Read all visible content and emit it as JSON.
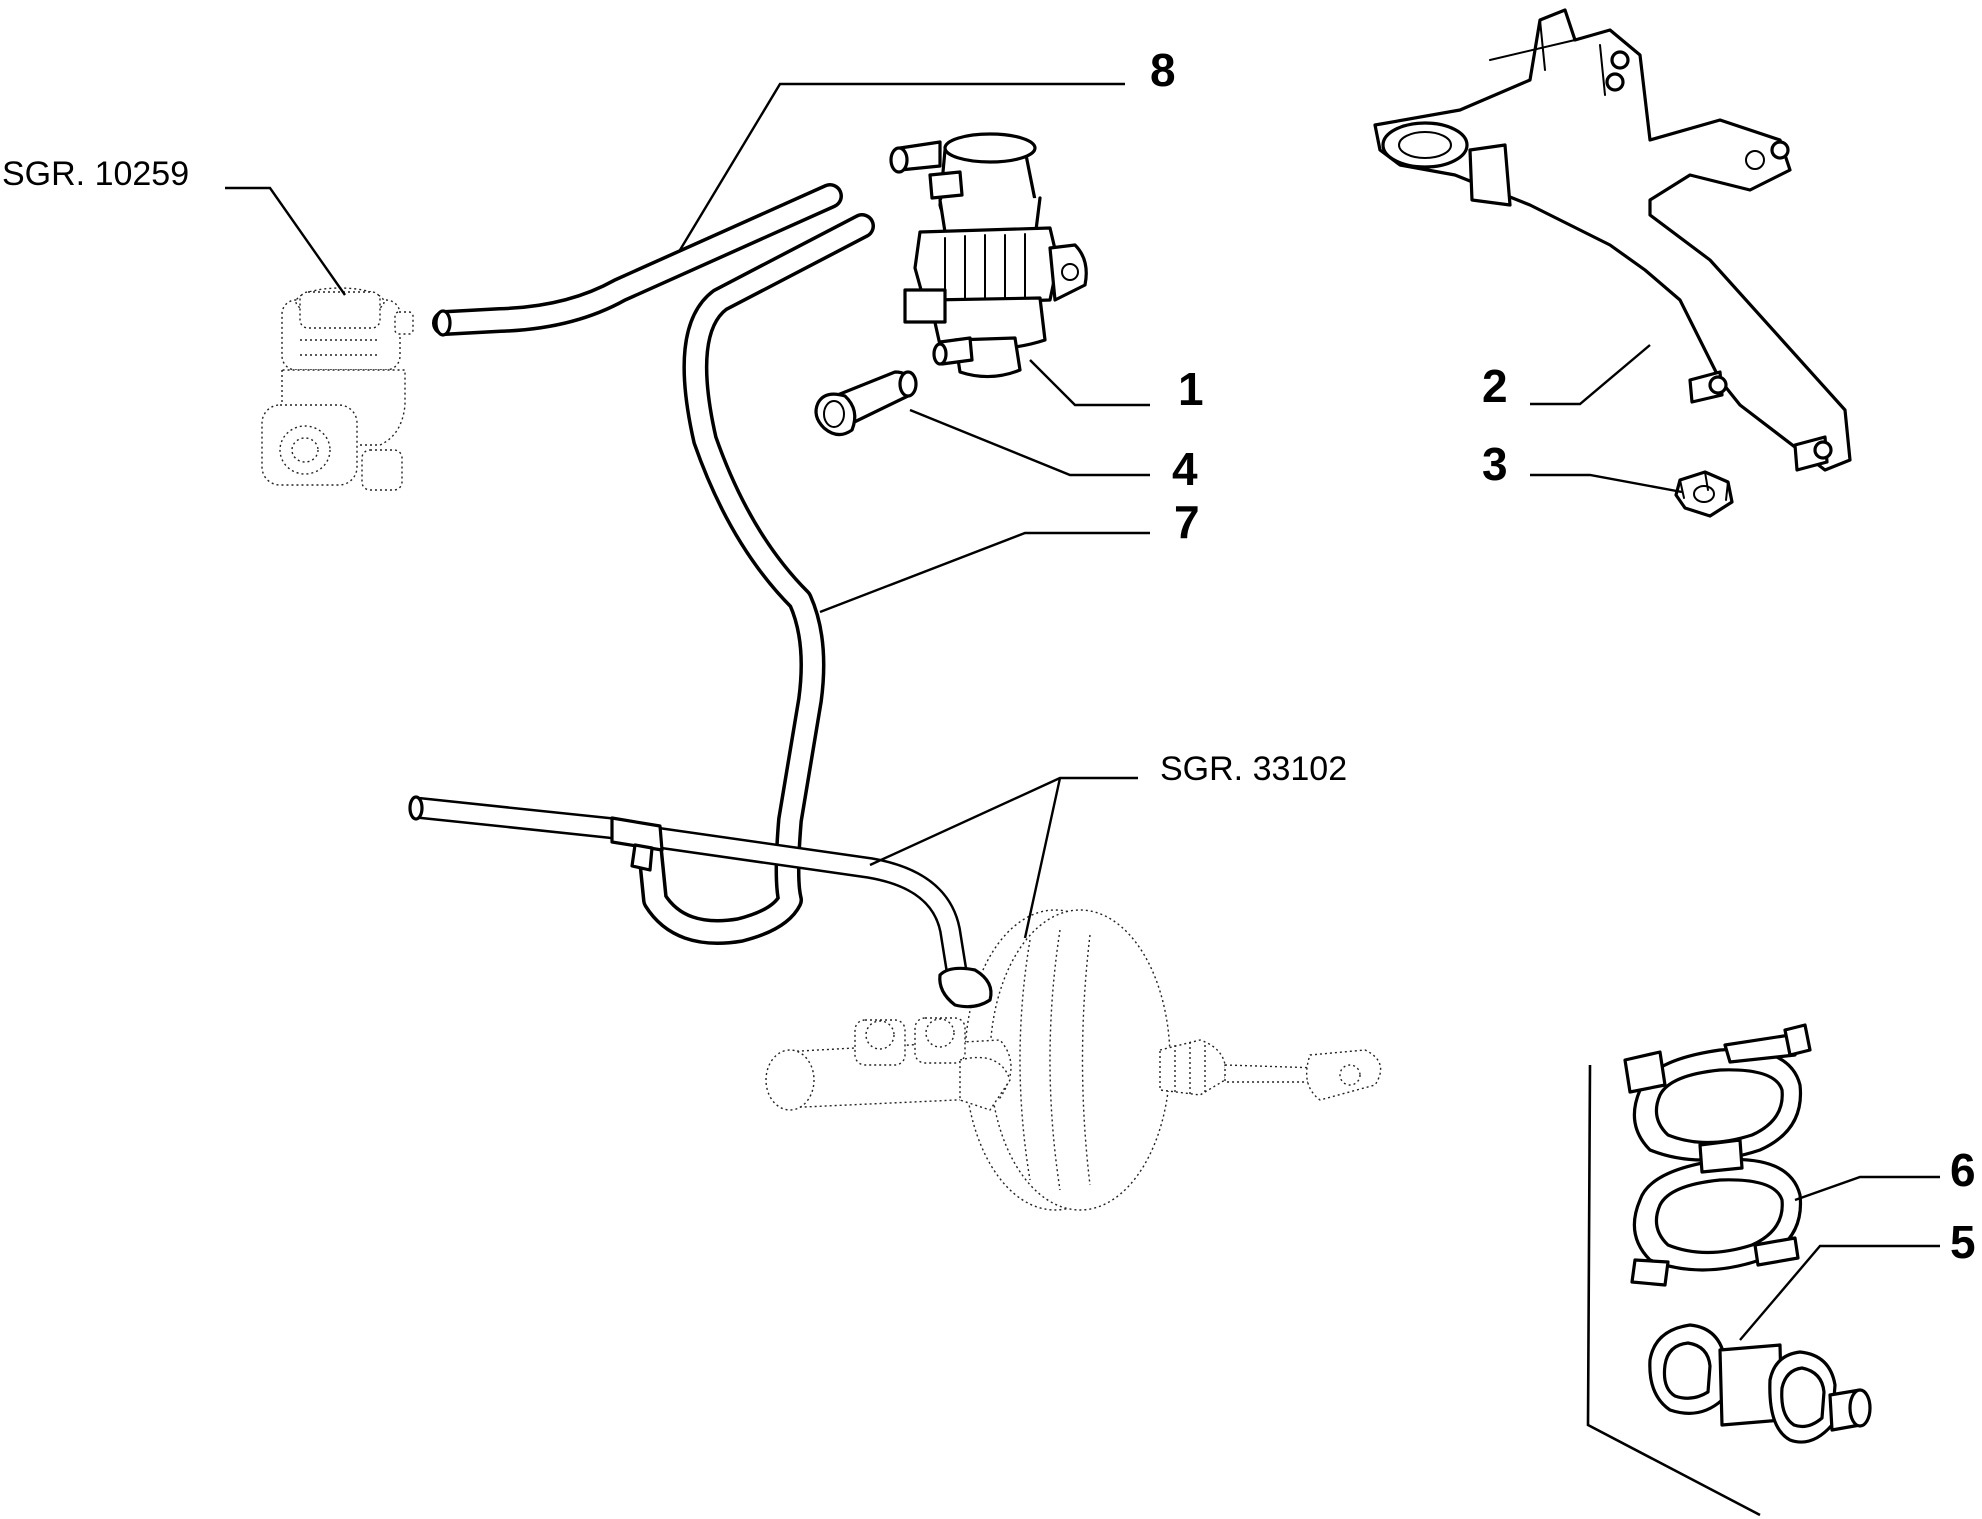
{
  "callouts": {
    "c1": "1",
    "c2": "2",
    "c3": "3",
    "c4": "4",
    "c5": "5",
    "c6": "6",
    "c7": "7",
    "c8": "8"
  },
  "references": {
    "top_left": "SGR. 10259",
    "middle": "SGR. 33102"
  }
}
